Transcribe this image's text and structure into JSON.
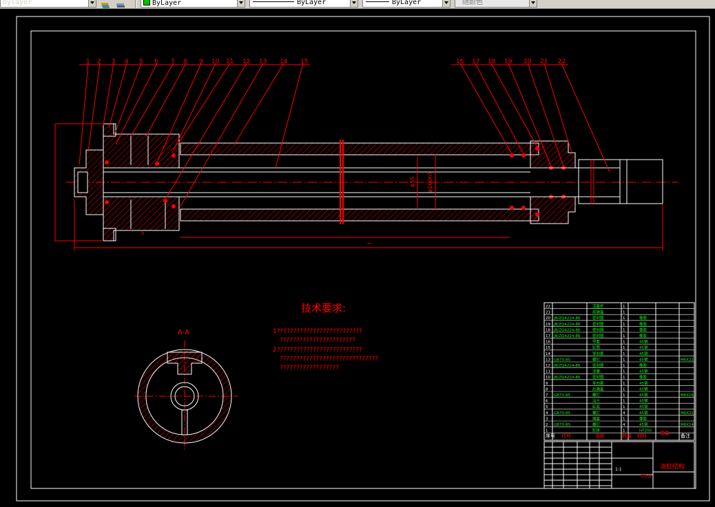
{
  "toolbar": {
    "layer_combo": "bylayer",
    "color_combo": "ByLayer",
    "color_swatch": "#00c000",
    "linetype_combo": "ByLayer",
    "lineweight_combo": "ByLayer",
    "plotstyle_combo": "随颜色",
    "icons": [
      "layer-manager-icon",
      "layer-previous-icon"
    ]
  },
  "drawing": {
    "balloons_left": [
      "1",
      "2",
      "3",
      "4",
      "5",
      "6",
      "7",
      "8",
      "9",
      "10",
      "11",
      "12",
      "13",
      "14",
      "15"
    ],
    "balloons_right": [
      "16",
      "17",
      "18",
      "19",
      "20",
      "21",
      "22"
    ],
    "dim_diameter_1": "φ35",
    "dim_diameter_2": "φ100h7",
    "dim_total": "**",
    "tech_title": "技术要求:",
    "tech_line_1": "1??????????????????????????",
    "tech_line_1b": "???????????????????????",
    "tech_line_2": "2??????????????????????????",
    "tech_line_2b": "??????????????????????????????",
    "tech_line_2c": "??????????????????",
    "section_label": "A-A",
    "section_marker": "A"
  },
  "bom": {
    "rows": [
      {
        "no": "22",
        "code": "",
        "name": "活塞杆",
        "qty": "1",
        "mat": "",
        "note": ""
      },
      {
        "no": "21",
        "code": "",
        "name": "前端盖",
        "qty": "1",
        "mat": "",
        "note": ""
      },
      {
        "no": "20",
        "code": "JB/ZQ4224-86",
        "name": "密封圈",
        "qty": "1",
        "mat": "橡胶",
        "note": ""
      },
      {
        "no": "19",
        "code": "JB/ZQ4224-86",
        "name": "密封圈",
        "qty": "1",
        "mat": "橡胶",
        "note": ""
      },
      {
        "no": "18",
        "code": "JB/ZQ4224-86",
        "name": "密封圈",
        "qty": "1",
        "mat": "橡胶",
        "note": ""
      },
      {
        "no": "17",
        "code": "JB/ZQ4224-86",
        "name": "密封圈",
        "qty": "1",
        "mat": "橡胶",
        "note": ""
      },
      {
        "no": "16",
        "code": "",
        "name": "导套",
        "qty": "1",
        "mat": "45钢",
        "note": ""
      },
      {
        "no": "15",
        "code": "",
        "name": "缸筒",
        "qty": "1",
        "mat": "45钢",
        "note": ""
      },
      {
        "no": "14",
        "code": "",
        "name": "导向套",
        "qty": "1",
        "mat": "45钢",
        "note": ""
      },
      {
        "no": "13",
        "code": "GB70-85",
        "name": "螺钉",
        "qty": "1",
        "mat": "45钢",
        "note": "M6X22"
      },
      {
        "no": "12",
        "code": "JB/ZQ4224-86",
        "name": "密封圈",
        "qty": "1",
        "mat": "橡胶",
        "note": ""
      },
      {
        "no": "11",
        "code": "",
        "name": "活塞",
        "qty": "1",
        "mat": "45钢",
        "note": ""
      },
      {
        "no": "10",
        "code": "JB/ZQ4224-86",
        "name": "密封圈",
        "qty": "1",
        "mat": "橡胶",
        "note": ""
      },
      {
        "no": "9",
        "code": "",
        "name": "导向套",
        "qty": "1",
        "mat": "45钢",
        "note": ""
      },
      {
        "no": "8",
        "code": "",
        "name": "后端盖",
        "qty": "1",
        "mat": "45钢",
        "note": ""
      },
      {
        "no": "7",
        "code": "GB70-85",
        "name": "螺钉",
        "qty": "1",
        "mat": "45钢",
        "note": "M6X16"
      },
      {
        "no": "6",
        "code": "",
        "name": "法兰",
        "qty": "1",
        "mat": "45钢",
        "note": ""
      },
      {
        "no": "5",
        "code": "",
        "name": "缸底",
        "qty": "1",
        "mat": "45钢",
        "note": ""
      },
      {
        "no": "4",
        "code": "GB70-85",
        "name": "螺钉",
        "qty": "4",
        "mat": "45钢",
        "note": "M6X22"
      },
      {
        "no": "3",
        "code": "",
        "name": "端盖",
        "qty": "1",
        "mat": "橡胶",
        "note": ""
      },
      {
        "no": "2",
        "code": "GB70-85",
        "name": "螺钉",
        "qty": "4",
        "mat": "45钢",
        "note": "M6X14"
      },
      {
        "no": "1",
        "code": "",
        "name": "缸体",
        "qty": "1",
        "mat": "HT200",
        "note": ""
      }
    ],
    "header": {
      "no": "序号",
      "code": "代号",
      "name": "名称",
      "qty": "数量",
      "mat": "材料",
      "weight": "重量",
      "note": "备注"
    },
    "title": "油缸结构",
    "scale": "1:1",
    "sheet": "共1张"
  },
  "colors": {
    "model_red": "#ff0000",
    "outline_white": "#ffffff",
    "text_green": "#00ff00",
    "hatch_red": "#ff0000"
  }
}
